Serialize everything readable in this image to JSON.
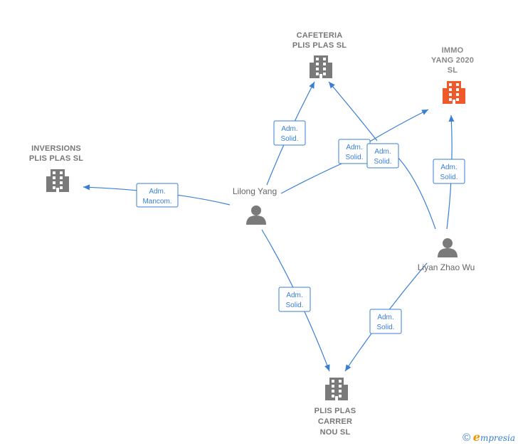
{
  "colors": {
    "edge": "#3a7fd5",
    "company": "#7a7a7a",
    "highlight": "#f05a2a",
    "person": "#7a7a7a"
  },
  "companies": {
    "cafeteria": {
      "lines": [
        "CAFETERIA",
        "PLIS PLAS  SL"
      ],
      "icon": "building-icon"
    },
    "immo": {
      "lines": [
        "IMMO",
        "YANG 2020",
        "SL"
      ],
      "icon": "building-icon",
      "highlight": true
    },
    "inversions": {
      "lines": [
        "INVERSIONS",
        "PLIS PLAS SL"
      ],
      "icon": "building-icon"
    },
    "carrer": {
      "lines": [
        "PLIS PLAS",
        "CARRER",
        "NOU  SL"
      ],
      "icon": "building-icon"
    }
  },
  "people": {
    "lilong": {
      "name": "Lilong Yang",
      "icon": "person-icon"
    },
    "liyan": {
      "name": "Liyan Zhao Wu",
      "icon": "person-icon"
    }
  },
  "relations": [
    {
      "id": "r1",
      "lines": [
        "Adm.",
        "Mancom."
      ]
    },
    {
      "id": "r2",
      "lines": [
        "Adm.",
        "Solid."
      ]
    },
    {
      "id": "r3",
      "lines": [
        "Adm.",
        "Solid."
      ]
    },
    {
      "id": "r4",
      "lines": [
        "Adm.",
        "Solid."
      ]
    },
    {
      "id": "r5",
      "lines": [
        "Adm.",
        "Solid."
      ]
    },
    {
      "id": "r6",
      "lines": [
        "Adm.",
        "Solid."
      ]
    },
    {
      "id": "r7",
      "lines": [
        "Adm.",
        "Solid."
      ]
    }
  ],
  "footer": {
    "copyright": "©",
    "brand_initial": "e",
    "brand_rest": "mpresia"
  }
}
